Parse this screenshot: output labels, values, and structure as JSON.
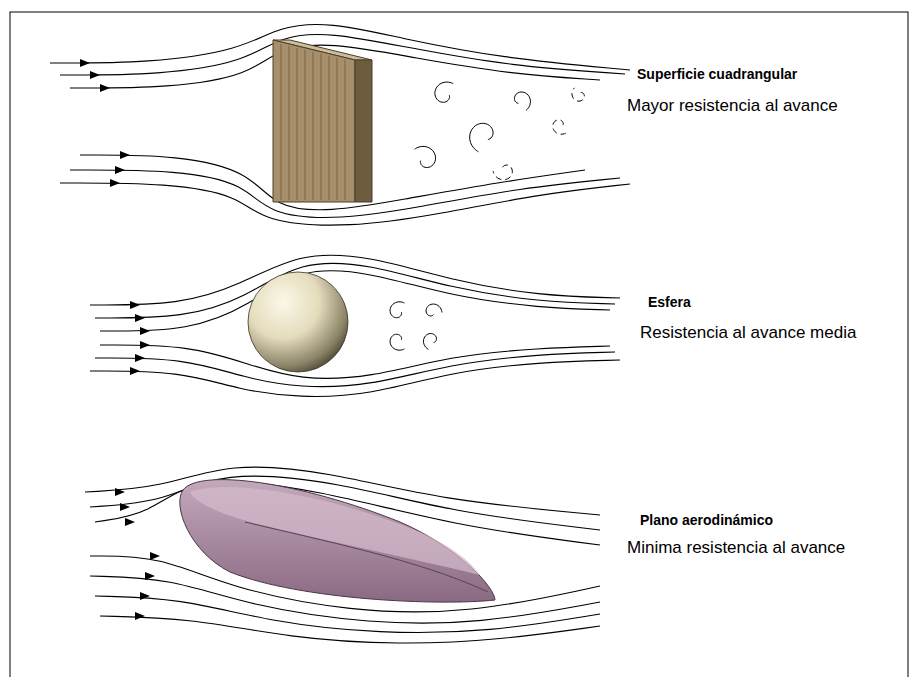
{
  "diagram": {
    "labels": [
      "Superficie cuadrangular",
      "Mayor resistencia al avance",
      "Esfera",
      "Resistencia al avance media",
      "Plano aerodinámico",
      "Minima resistencia al avance"
    ]
  }
}
